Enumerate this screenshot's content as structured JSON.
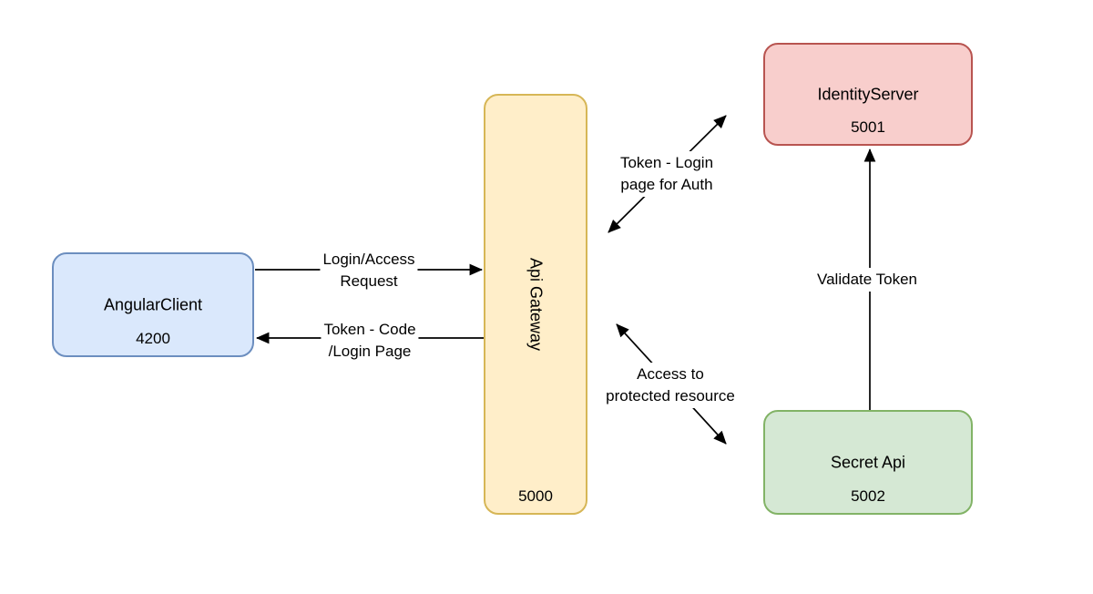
{
  "diagram": {
    "canvas": {
      "background": "#ffffff",
      "line_color": "#000000",
      "text_color": "#000000"
    },
    "nodes": {
      "angular_client": {
        "title": "AngularClient",
        "port": "4200",
        "fill": "#dae8fc",
        "stroke": "#6c8ebf"
      },
      "api_gateway": {
        "title": "Api Gateway",
        "port": "5000",
        "fill": "#ffeec9",
        "stroke": "#d6b656"
      },
      "identity_server": {
        "title": "IdentityServer",
        "port": "5001",
        "fill": "#f8cecc",
        "stroke": "#b85450"
      },
      "secret_api": {
        "title": "Secret Api",
        "port": "5002",
        "fill": "#d5e8d4",
        "stroke": "#82b366"
      }
    },
    "edges": {
      "login_request": {
        "lines": [
          "Login/Access",
          "Request"
        ],
        "from": "angular_client",
        "to": "api_gateway",
        "arrows": "to"
      },
      "token_code": {
        "lines": [
          "Token - Code",
          "/Login Page"
        ],
        "from": "api_gateway",
        "to": "angular_client",
        "arrows": "to"
      },
      "token_login": {
        "lines": [
          "Token - Login",
          "page for Auth"
        ],
        "from": "api_gateway",
        "to": "identity_server",
        "arrows": "both"
      },
      "access_protected": {
        "lines": [
          "Access to",
          "protected resource"
        ],
        "from": "api_gateway",
        "to": "secret_api",
        "arrows": "both"
      },
      "validate_token": {
        "lines": [
          "Validate Token"
        ],
        "from": "secret_api",
        "to": "identity_server",
        "arrows": "to"
      }
    }
  }
}
